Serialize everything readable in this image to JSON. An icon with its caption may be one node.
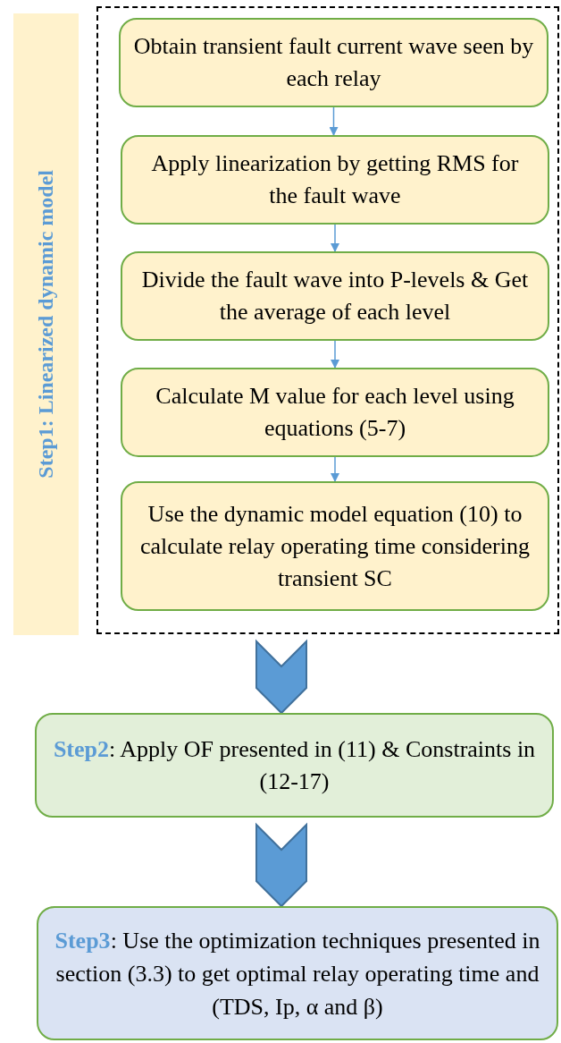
{
  "diagram": {
    "nodes": [
      {
        "text": [
          "Step1: Linearized dynamic model"
        ]
      },
      {
        "text": [],
        "shape": "box"
      },
      {
        "text": [
          "Obtain transient fault current wave seen by each relay"
        ],
        "in": 1
      },
      {
        "text": [
          "Apply linearization by getting RMS for the fault wave"
        ],
        "in": 1
      },
      {
        "text": [
          "Divide the fault wave into P-levels & Get the average of each level"
        ],
        "in": 1
      },
      {
        "text": [
          "Calculate M value for each level using equations (5-7)"
        ],
        "in": 1
      },
      {
        "text": [
          "Use the dynamic model equation (10) to calculate relay operating time considering transient SC"
        ],
        "in": 1
      },
      {
        "text": [
          "**Step2**: Apply OF presented in (11) & Constraints in (12-17)"
        ]
      },
      {
        "text": [
          "**Step3**: Use the optimization techniques presented in section (3.3) to get optimal relay operating time and (TDS, Ip, α and β)"
        ]
      }
    ],
    "edges": [
      {
        "from": 2,
        "to": 3,
        "arrow": "to"
      },
      {
        "from": 3,
        "to": 4,
        "arrow": "to"
      },
      {
        "from": 4,
        "to": 5,
        "arrow": "to"
      },
      {
        "from": 5,
        "to": 6,
        "arrow": "to"
      },
      {
        "from": 1,
        "to": 7,
        "arrow": "to",
        "style": "thick"
      },
      {
        "from": 7,
        "to": 8,
        "arrow": "to",
        "style": "thick"
      }
    ]
  }
}
